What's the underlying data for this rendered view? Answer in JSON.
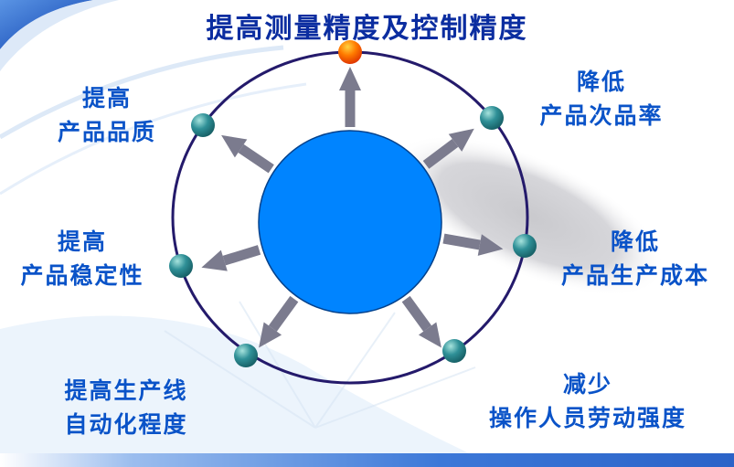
{
  "title": "提高测量精度及控制精度",
  "diagram": {
    "nodes": [
      {
        "line1": "提高",
        "line2": "产品品质"
      },
      {
        "line1": "降低",
        "line2": "产品次品率"
      },
      {
        "line1": "提高",
        "line2": "产品稳定性"
      },
      {
        "line1": "降低",
        "line2": "产品生产成本"
      },
      {
        "line1": "提高生产线",
        "line2": "自动化程度"
      },
      {
        "line1": "减少",
        "line2": "操作人员劳动强度"
      }
    ]
  },
  "colors": {
    "title": "#0b2da0",
    "label": "#0a53c8",
    "ring": "#241a6b",
    "center_circle": "#0084ff",
    "center_circle_edge": "#00418c",
    "node_dot": "#2f9097",
    "top_dot": "#ff6a00",
    "arrow": "#7b7b8e",
    "shadow": "#d2d2d6",
    "bottom_bar": "#2b63c8"
  }
}
